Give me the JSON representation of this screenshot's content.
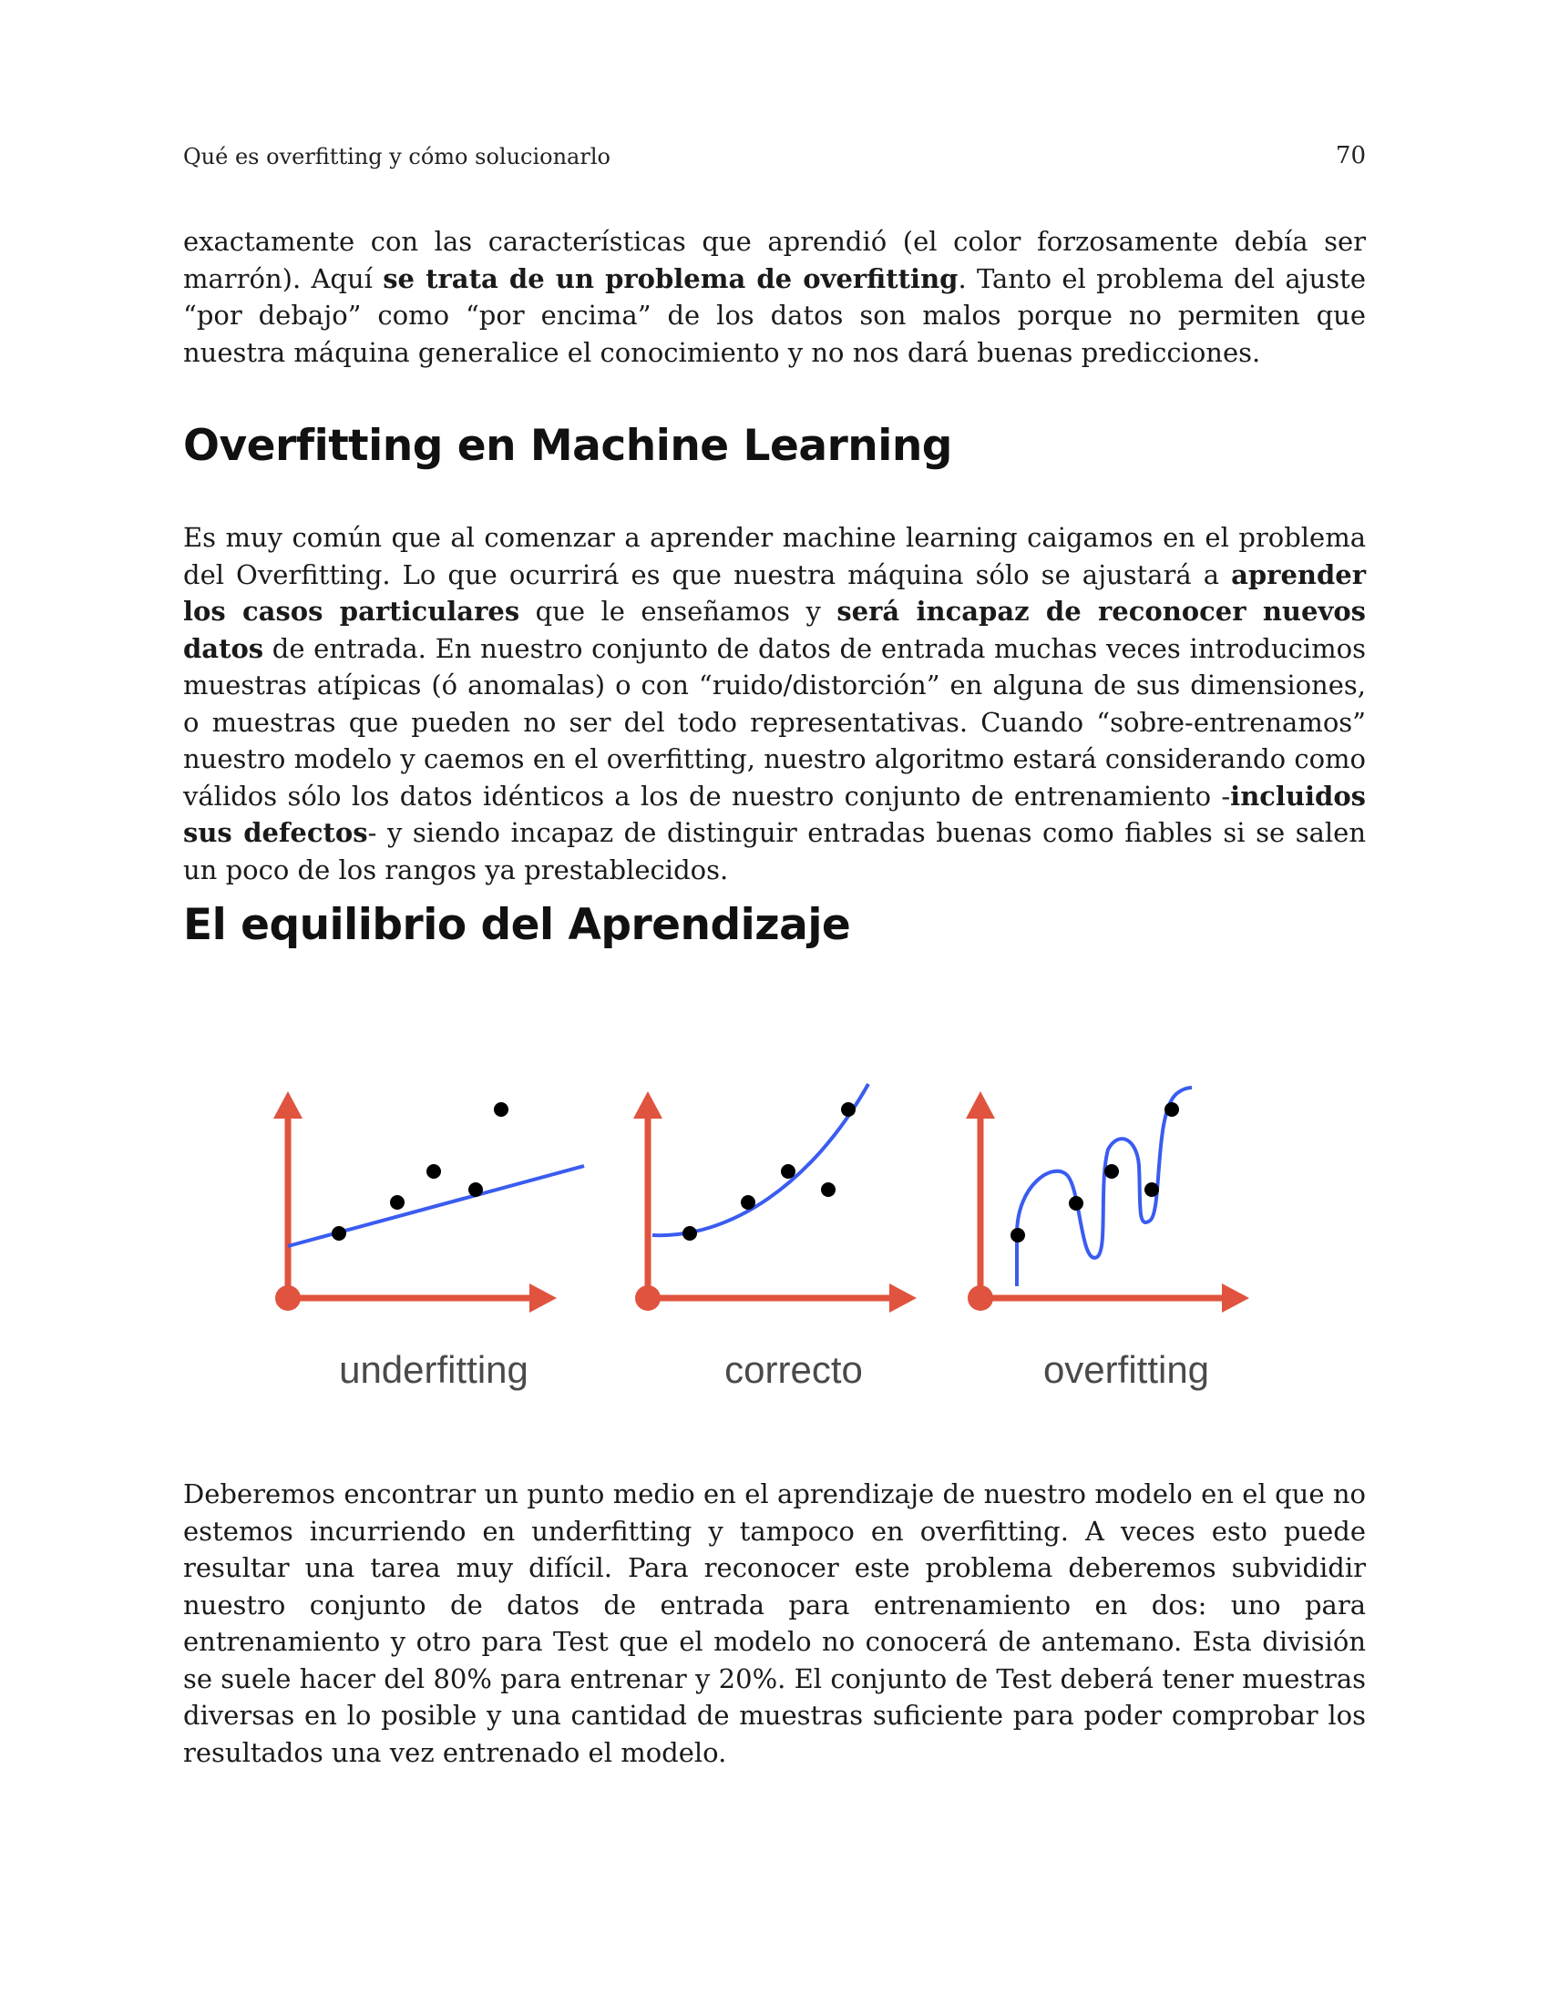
{
  "header": {
    "title": "Qué es overfitting y cómo solucionarlo",
    "page_number": "70"
  },
  "paragraph1": {
    "t1": "exactamente con las características que aprendió (el color forzosamente debía ser marrón). Aquí ",
    "b1": "se trata de un problema de overfitting",
    "t2": ". Tanto el problema del ajuste “por debajo” como “por encima” de los datos son malos porque no permiten que nuestra máquina generalice el conocimiento y no nos dará buenas predicciones."
  },
  "heading1": "Overfitting en Machine Learning",
  "paragraph2": {
    "t1": "Es muy común que al comenzar a aprender machine learning caigamos en el problema del Overfitting. Lo que ocurrirá es que nuestra máquina sólo se ajustará a ",
    "b1": "aprender los casos particulares",
    "t2": " que le enseñamos y ",
    "b2": "será incapaz de reconocer nuevos datos",
    "t3": " de entrada. En nuestro conjunto de datos de entrada muchas veces introducimos muestras atípicas (ó anomalas) o con “ruido/distorción” en alguna de sus dimensiones, o muestras que pueden no ser del todo representativas. Cuando “sobre-entrenamos” nuestro modelo y caemos en el overfitting, nuestro algoritmo estará considerando como válidos sólo los datos idénticos a los de nuestro conjunto de entrenamiento -",
    "b3": "incluidos sus defectos",
    "t4": "- y siendo incapaz de distinguir entradas buenas como fiables si se salen un poco de los rangos ya prestablecidos."
  },
  "heading2": "El equilibrio del Aprendizaje",
  "figure": {
    "panels": [
      {
        "label": "underfitting"
      },
      {
        "label": "correcto"
      },
      {
        "label": "overfitting"
      }
    ],
    "colors": {
      "axis": "#e0533e",
      "curve": "#3a5cf0",
      "point": "#000000",
      "label": "#4a4a4a"
    }
  },
  "paragraph3": {
    "t1": "Deberemos encontrar un punto medio en el aprendizaje de nuestro modelo en el que no estemos incurriendo en underfitting y tampoco en overfitting. A veces esto puede resultar una tarea muy difícil. Para reconocer este problema deberemos subvididir nuestro conjunto de datos de entrada para entrenamiento en dos: uno para entrenamiento y otro para Test que el modelo no conocerá de antemano. Esta división se suele hacer del 80% para entrenar y 20%. El conjunto de Test deberá tener muestras diversas en lo posible y una cantidad de muestras suficiente para poder comprobar los resultados una vez entrenado el modelo."
  }
}
